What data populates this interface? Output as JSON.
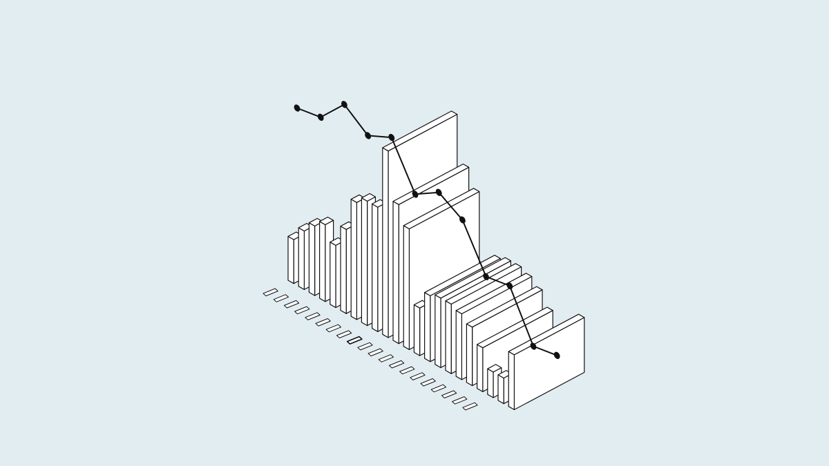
{
  "colors": {
    "background": "#e2edf2",
    "bar_front": "#ffffff",
    "bar_side": "#ffffff",
    "bar_top": "#ffffff",
    "highlight_bar_front": "#ffffff",
    "stroke": "#111111",
    "line": "#111111",
    "marker": "#111111"
  },
  "chart_data": {
    "type": "bar",
    "style": "isometric 3D bar chart with overlaid line",
    "title": "",
    "xlabel": "",
    "ylabel": "",
    "grid": false,
    "legend": "none",
    "tick_labels_legible": false,
    "tick_label_count": 20,
    "highlighted_tick_index": 8,
    "series": [
      {
        "kind": "bar",
        "values": [
          6.0,
          8.0,
          9.5,
          10.5,
          8.5,
          11.5,
          16.0,
          17.0,
          17.0,
          25.5,
          19.0,
          16.5,
          6.5,
          9.0,
          9.5,
          9.5,
          9.0,
          8.0,
          6.0,
          3.5,
          3.5,
          7.5
        ],
        "depth_units": [
          0.35,
          0.35,
          0.35,
          0.35,
          0.35,
          0.35,
          0.35,
          0.35,
          0.35,
          2.95,
          3.0,
          3.0,
          0.35,
          3.0,
          3.0,
          3.0,
          3.0,
          3.0,
          3.0,
          0.35,
          0.35,
          3.0
        ],
        "highlighted_index": 9
      },
      {
        "kind": "line",
        "points": [
          {
            "x": 0,
            "y": 17.5
          },
          {
            "x": 1,
            "y": 18.0
          },
          {
            "x": 2,
            "y": 21.5
          },
          {
            "x": 3,
            "y": 19.0
          },
          {
            "x": 4,
            "y": 20.5
          },
          {
            "x": 5,
            "y": 14.5
          },
          {
            "x": 6,
            "y": 16.5
          },
          {
            "x": 7,
            "y": 14.5
          },
          {
            "x": 8,
            "y": 8.5
          },
          {
            "x": 9,
            "y": 9.0
          },
          {
            "x": 10,
            "y": 2.5
          },
          {
            "x": 11,
            "y": 3.0
          }
        ]
      }
    ]
  }
}
